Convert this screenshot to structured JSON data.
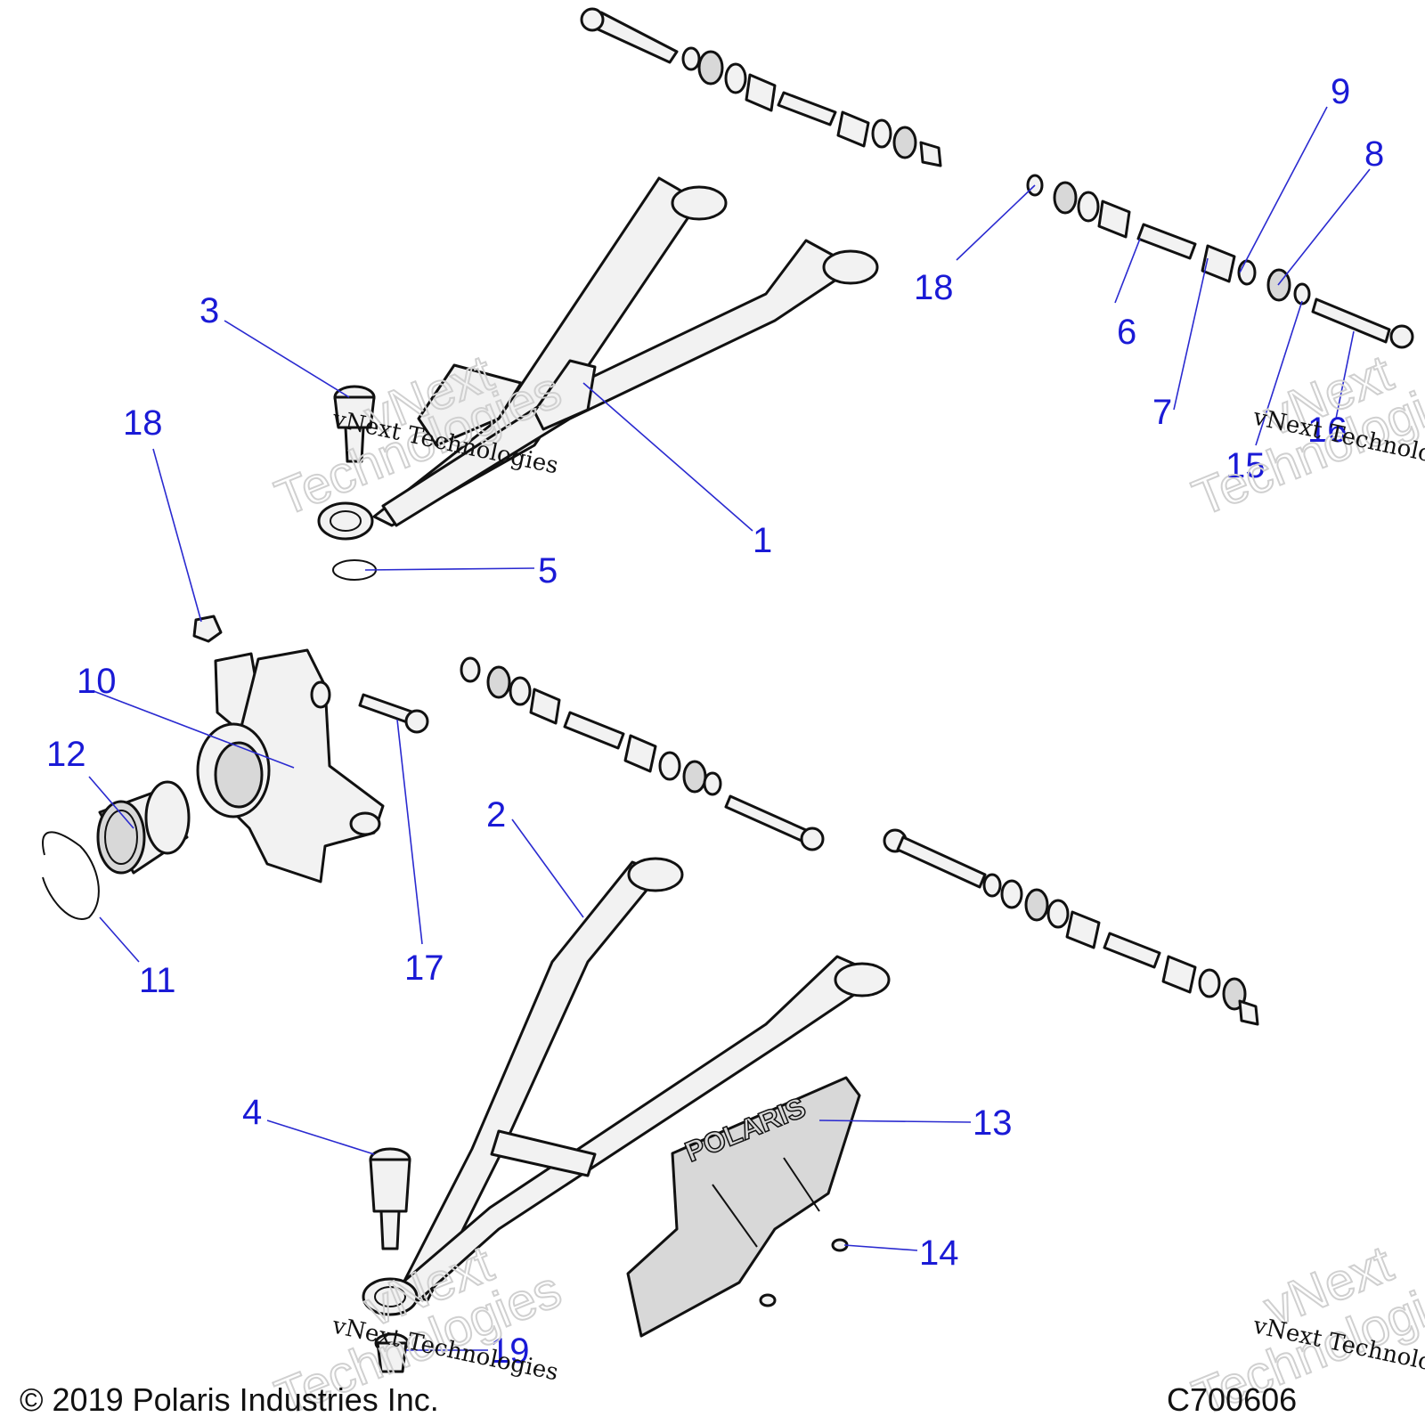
{
  "callouts": {
    "c1": "1",
    "c2": "2",
    "c3": "3",
    "c4": "4",
    "c5": "5",
    "c6": "6",
    "c7": "7",
    "c8": "8",
    "c9": "9",
    "c10": "10",
    "c11": "11",
    "c12": "12",
    "c13": "13",
    "c14": "14",
    "c15": "15",
    "c16": "16",
    "c17": "17",
    "c18a": "18",
    "c18b": "18",
    "c19": "19"
  },
  "skid_plate_logo": "POLARIS",
  "watermark": {
    "line1": "vNext",
    "line2": "Technologies",
    "caption": "vNext Technologies"
  },
  "footer": {
    "copyright": "© 2019 Polaris Industries Inc.",
    "figure_id": "C700606"
  },
  "colors": {
    "callout": "#1a1ad6",
    "linework": "#111111",
    "background": "#ffffff"
  }
}
